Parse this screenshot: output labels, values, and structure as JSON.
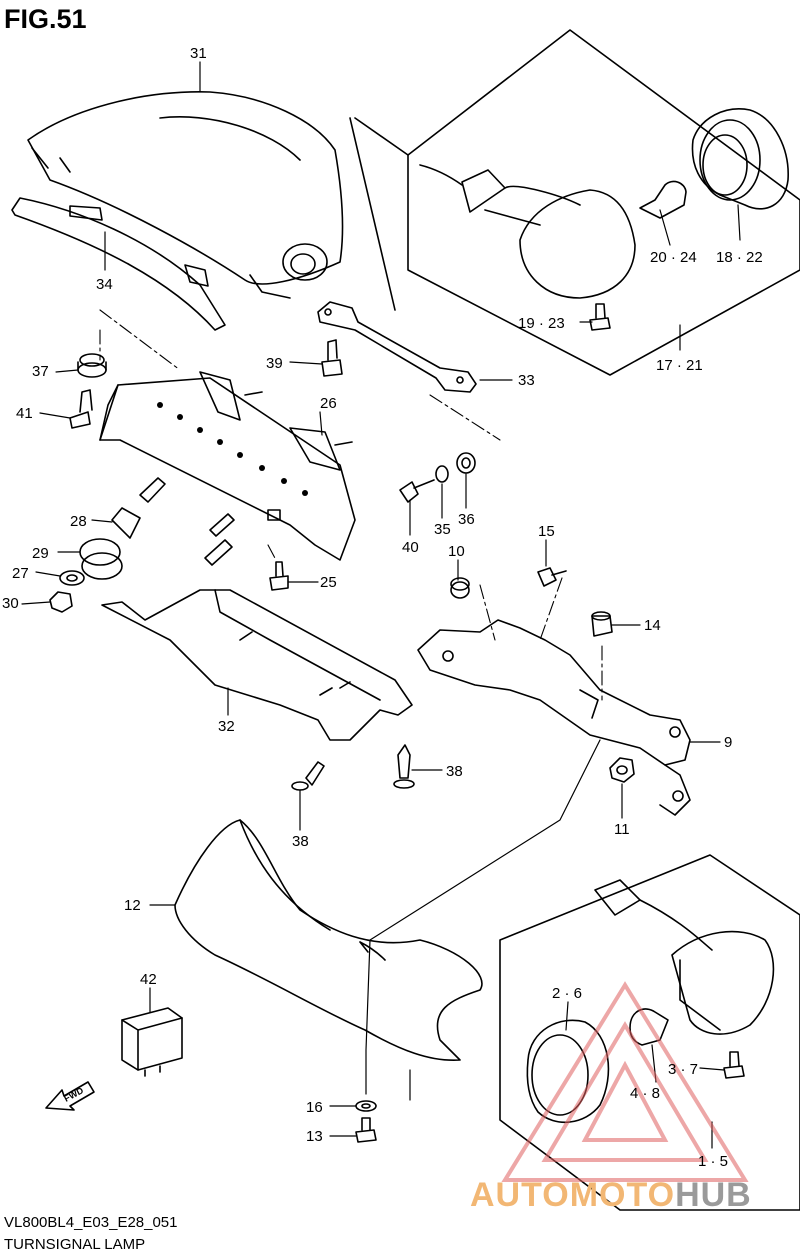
{
  "figure": {
    "title": "FIG.51",
    "code": "VL800BL4_E03_E28_051",
    "name": "TURNSIGNAL LAMP"
  },
  "callouts": {
    "c1": "31",
    "c2": "34",
    "c3": "37",
    "c4": "41",
    "c5": "39",
    "c6": "26",
    "c7": "33",
    "c8": "28",
    "c9": "29",
    "c10": "27",
    "c11": "30",
    "c12": "25",
    "c13": "32",
    "c14": "40",
    "c15": "35",
    "c16": "36",
    "c17": "10",
    "c18": "15",
    "c19": "14",
    "c20": "9",
    "c21": "11",
    "c22": "38",
    "c23": "38",
    "c24": "12",
    "c25": "42",
    "c26": "16",
    "c27": "13",
    "c28": "20 · 24",
    "c29": "18 · 22",
    "c30": "19 · 23",
    "c31": "17 · 21",
    "c32": "2 · 6",
    "c33": "3 · 7",
    "c34": "4 · 8",
    "c35": "1 · 5"
  },
  "fwd_badge": "FWD",
  "watermark": {
    "part_a": "AUTOMOTO",
    "part_b": "HUB",
    "color_a": "#f2b774",
    "color_b": "#9a9a9a"
  }
}
